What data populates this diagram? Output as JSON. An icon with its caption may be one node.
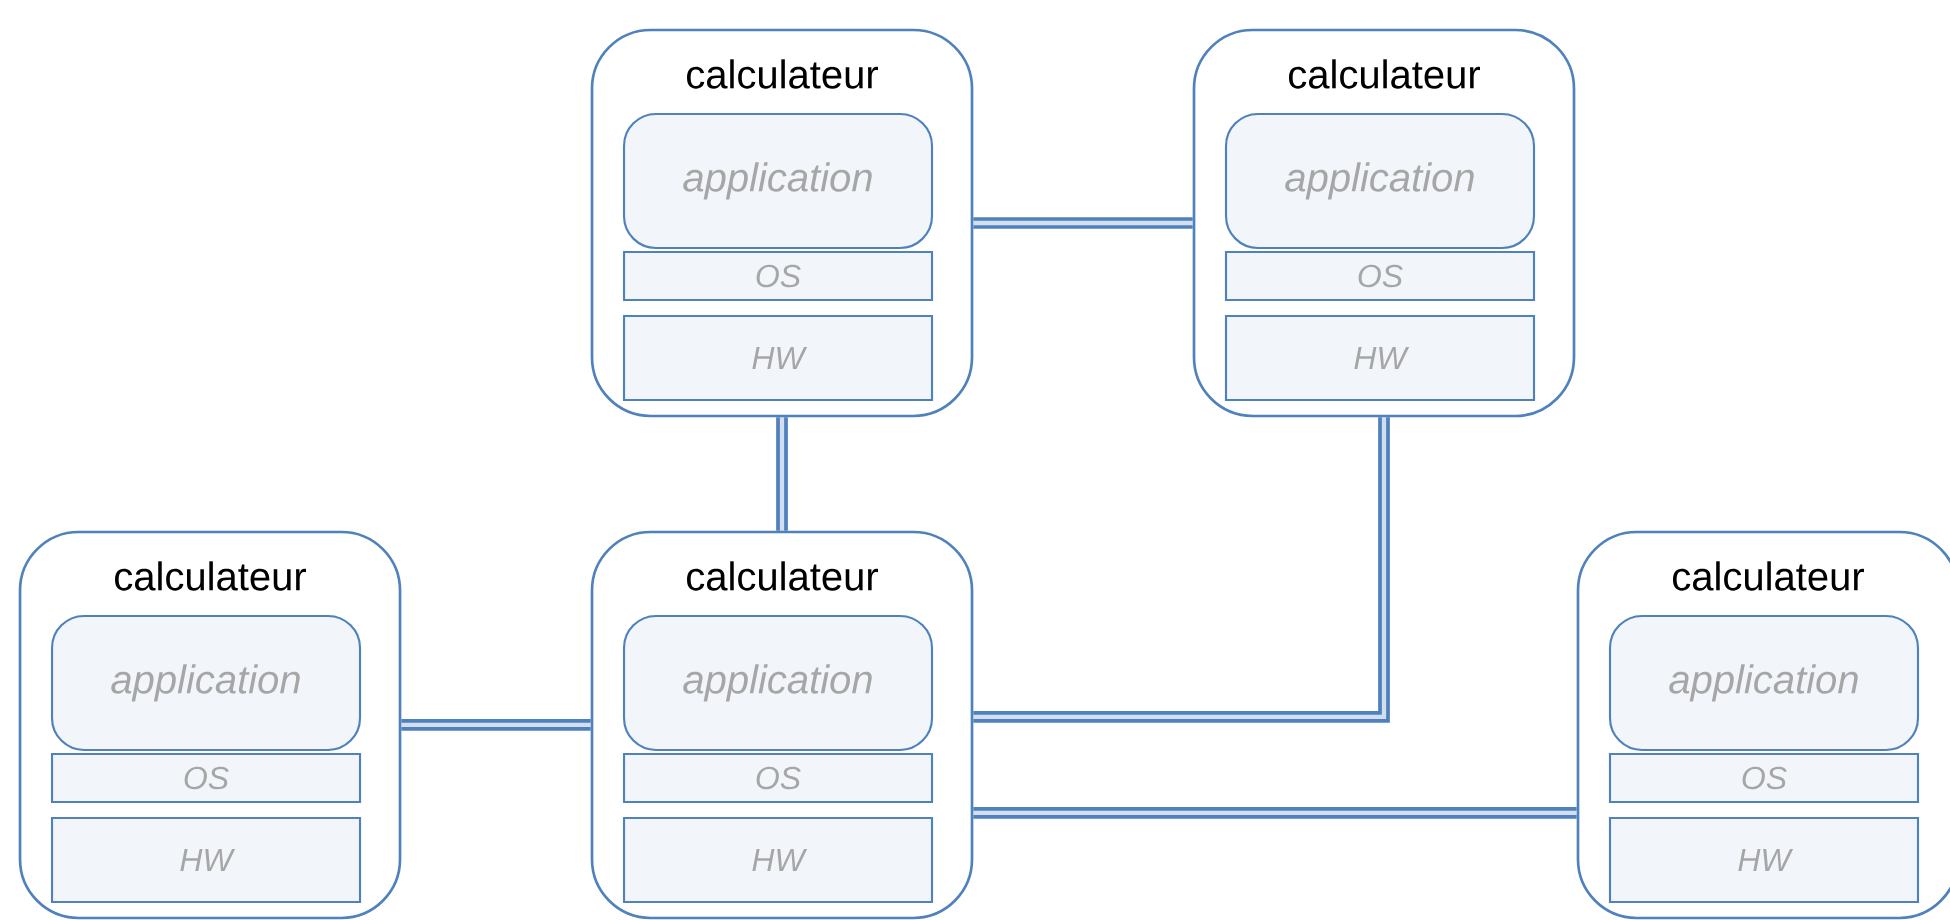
{
  "diagram": {
    "nodes": [
      {
        "text": [
          "calculateur"
        ]
      },
      {
        "text": [
          "application"
        ],
        "in": 0
      },
      {
        "text": [
          "OS"
        ],
        "in": 0
      },
      {
        "text": [
          "HW"
        ],
        "in": 0
      },
      {
        "text": [
          "calculateur"
        ]
      },
      {
        "text": [
          "application"
        ],
        "in": 4
      },
      {
        "text": [
          "OS"
        ],
        "in": 4
      },
      {
        "text": [
          "HW"
        ],
        "in": 4
      },
      {
        "text": [
          "calculateur"
        ]
      },
      {
        "text": [
          "application"
        ],
        "in": 8
      },
      {
        "text": [
          "OS"
        ],
        "in": 8
      },
      {
        "text": [
          "HW"
        ],
        "in": 8
      },
      {
        "text": [
          "calculateur"
        ]
      },
      {
        "text": [
          "application"
        ],
        "in": 12
      },
      {
        "text": [
          "OS"
        ],
        "in": 12
      },
      {
        "text": [
          "HW"
        ],
        "in": 12
      },
      {
        "text": [
          "calculateur"
        ]
      },
      {
        "text": [
          "application"
        ],
        "in": 16
      },
      {
        "text": [
          "OS"
        ],
        "in": 16
      },
      {
        "text": [
          "HW"
        ],
        "in": 16
      }
    ],
    "edges": [
      {
        "from": 0,
        "to": 4,
        "arrow": "none"
      },
      {
        "from": 0,
        "to": 12,
        "arrow": "none"
      },
      {
        "from": 8,
        "to": 12,
        "arrow": "none"
      },
      {
        "from": 12,
        "to": 4,
        "arrow": "none"
      },
      {
        "from": 12,
        "to": 16,
        "arrow": "none"
      }
    ]
  }
}
